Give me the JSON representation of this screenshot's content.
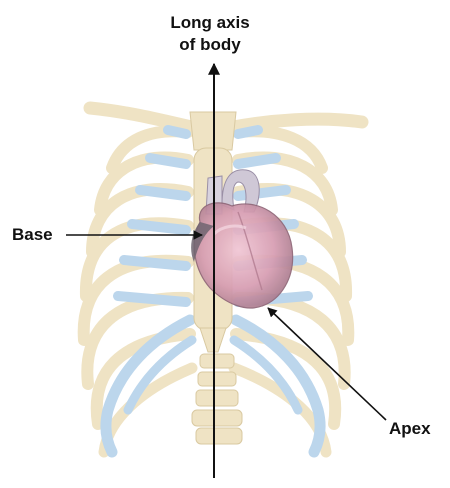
{
  "labels": {
    "axis_line1": "Long axis",
    "axis_line2": "of body",
    "base": "Base",
    "apex": "Apex"
  },
  "colors": {
    "bone": "#efe3c4",
    "bone_outline": "#d9c9a1",
    "cartilage": "#bcd6ec",
    "heart": "#d79db2",
    "heart_dark": "#a87a8c",
    "vessel": "#cfc8d6",
    "arrow": "#111111"
  }
}
